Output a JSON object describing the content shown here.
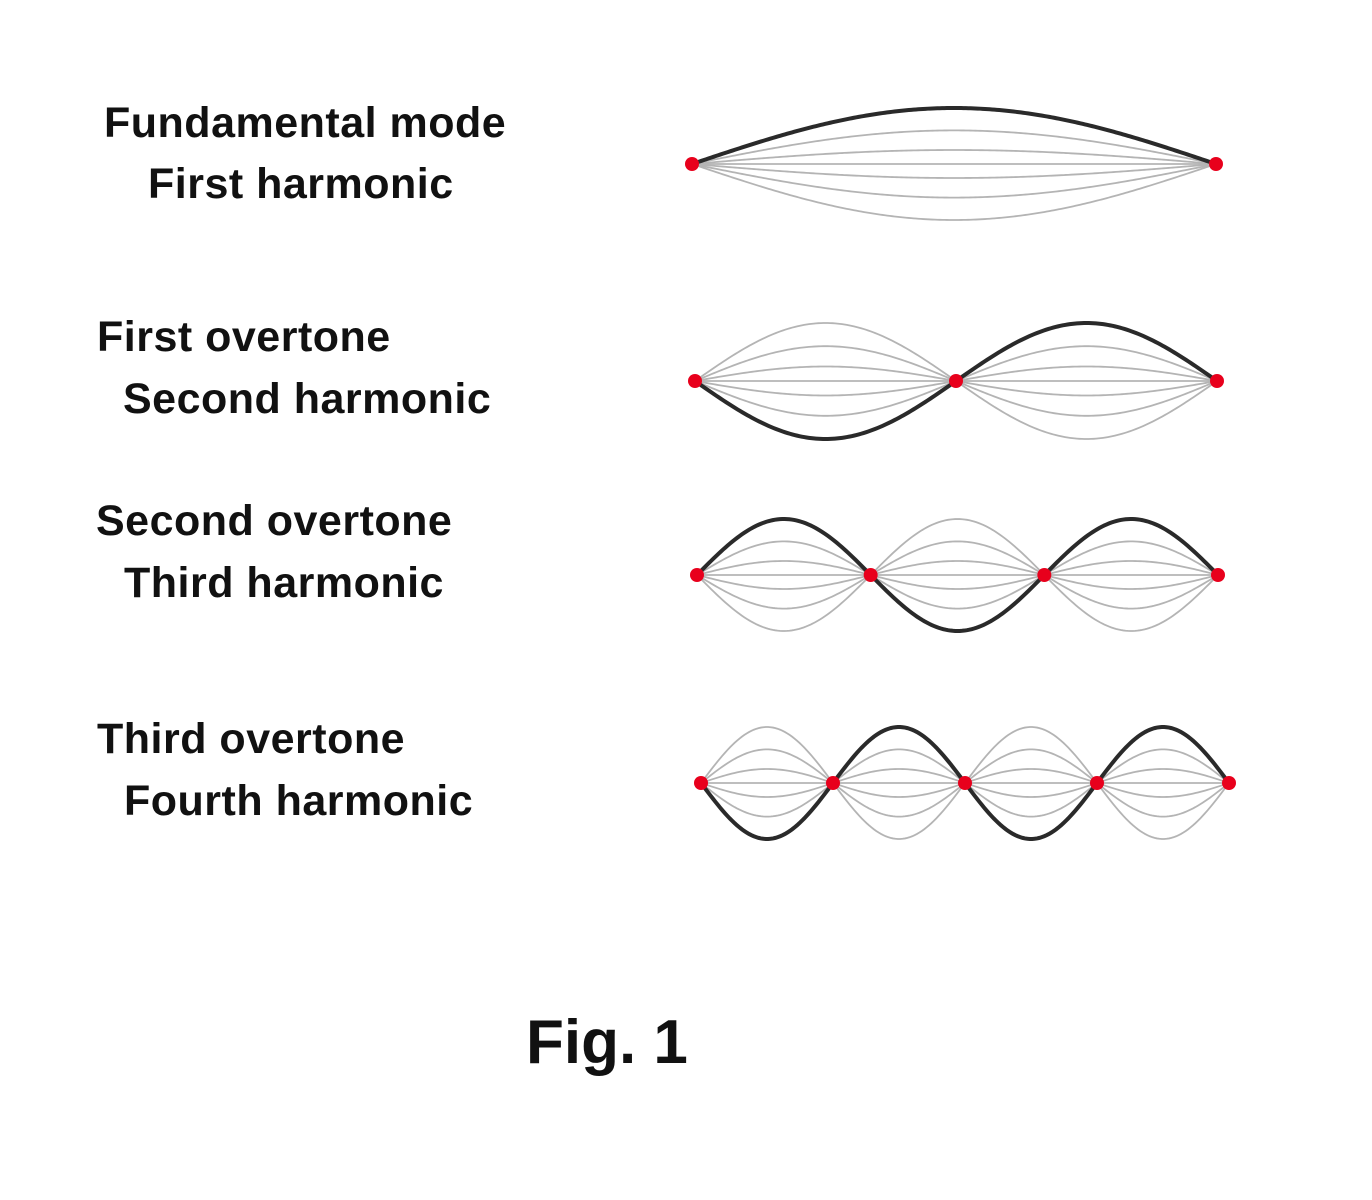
{
  "modes": [
    {
      "harmonic": 1,
      "line1": "Fundamental mode",
      "line2": "First harmonic"
    },
    {
      "harmonic": 2,
      "line1": "First overtone",
      "line2": "Second harmonic"
    },
    {
      "harmonic": 3,
      "line1": "Second overtone",
      "line2": "Third harmonic"
    },
    {
      "harmonic": 4,
      "line1": "Third overtone",
      "line2": "Fourth harmonic"
    }
  ],
  "caption": "Fig. 1",
  "colors": {
    "node": "#e8001c",
    "highlight": "#2a2a2a",
    "faint": "#b4b4b4"
  }
}
